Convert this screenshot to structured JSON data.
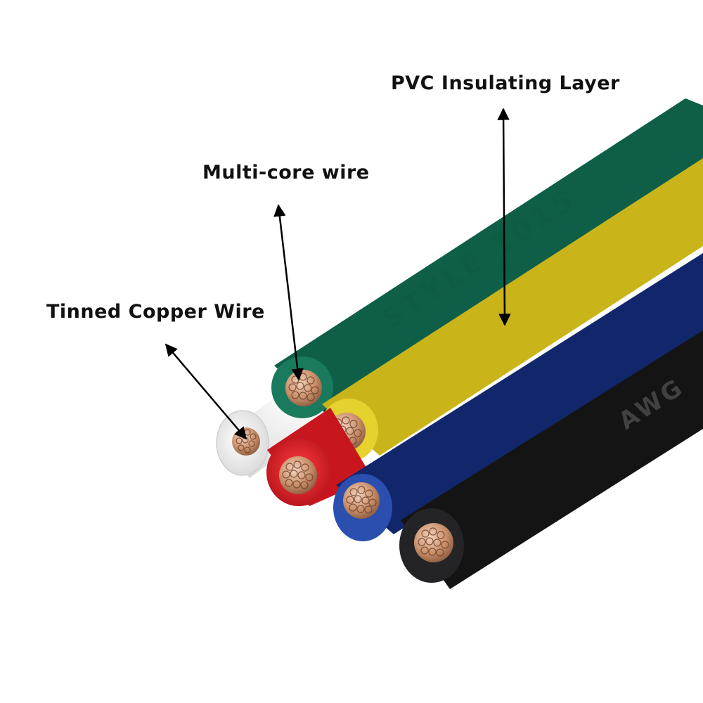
{
  "labels": {
    "pvc": "PVC Insulating Layer",
    "multi_core": "Multi-core wire",
    "tinned": "Tinned Copper Wire"
  },
  "wires": [
    {
      "name": "green",
      "color": "#1f8f6f",
      "print": "STYLE 1015"
    },
    {
      "name": "yellow",
      "color": "#f3e33f"
    },
    {
      "name": "blue",
      "color": "#1e3f97"
    },
    {
      "name": "black",
      "color": "#2b2b2d",
      "print": "AWG"
    },
    {
      "name": "red",
      "color": "#e0202a"
    },
    {
      "name": "white",
      "color": "#f4f4f4"
    }
  ],
  "conductor_color": "#c98f6a"
}
